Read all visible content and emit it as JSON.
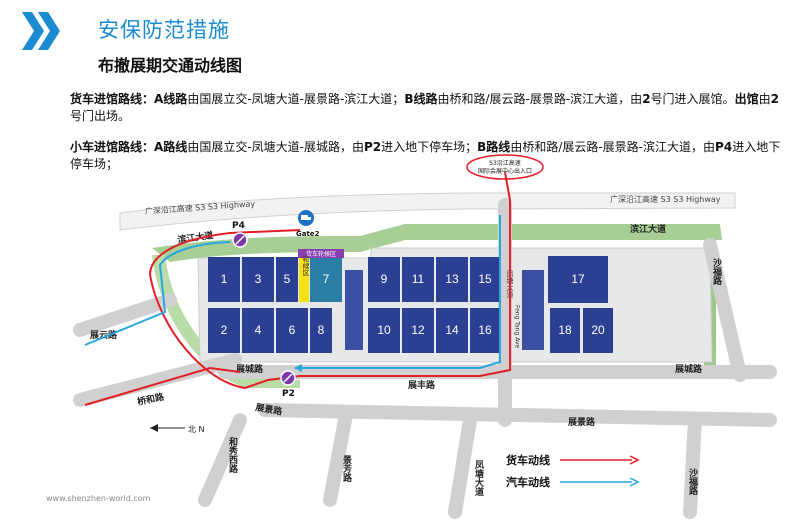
{
  "header": {
    "section_title": "安保防范措施",
    "page_title": "布撤展期交通动线图"
  },
  "truck_route": {
    "heading": "货车进馆路线：",
    "a_label": "A线路",
    "a_text": "由国展立交-凤塘大道-展景路-滨江大道；",
    "b_label": "B线路",
    "b_text": "由桥和路/展云路-展景路-滨江大道，由",
    "gate_in": "2",
    "enter_text": "号门进入展馆。",
    "exit_label": "出馆",
    "exit_mid": "由",
    "gate_out": "2",
    "exit_text": "号门出场。"
  },
  "car_route": {
    "heading": "小车进馆路线：",
    "a_label": "A路线",
    "a_text": "由国展立交-凤塘大道-展城路，由",
    "p2": "P2",
    "a_end": "进入地下停车场；",
    "b_label": "B路线",
    "b_text": "由桥和路/展云路-展景路-滨江大道，由",
    "p4": "P4",
    "b_end": "进入地下停车场；"
  },
  "map": {
    "highway_label": "广深沿江高速 S3 S3 Highway",
    "highway_label_right": "广深沿江高速 S3 S3 Highway",
    "exit_box": [
      "S3沿江高速",
      "国际会展中心出入口"
    ],
    "roads": {
      "binjiang_left": "滨江大道",
      "binjiang_right": "滨江大道",
      "shafu_right": "沙福路",
      "zhanyun": "展云路",
      "qiaohe": "桥和路",
      "zhancheng_left": "展城路",
      "zhancheng_right": "展城路",
      "zhanfeng": "展丰路",
      "zhanjing_left": "展景路",
      "zhanjing_right": "展景路",
      "hexiu": "和秀西路",
      "jingfang": "景芳路",
      "fengtang": "凤塘大道",
      "shafu_bottom": "沙福路",
      "fengtang_vertical": "凤塘大道",
      "feng_tang_en": "Feng Tang Ave"
    },
    "halls_top": [
      "1",
      "3",
      "5",
      "7",
      "9",
      "11",
      "13",
      "15",
      "17"
    ],
    "halls_bottom": [
      "2",
      "4",
      "6",
      "8",
      "10",
      "12",
      "14",
      "16",
      "18",
      "20"
    ],
    "markers": {
      "p4": "P4",
      "p2": "P2",
      "gate2": "Gate2"
    },
    "zones": {
      "truck_wait": "货车轮候区",
      "waiting_area": "轮候区"
    },
    "north": "北 N"
  },
  "legend": {
    "truck_label": "货车动线",
    "car_label": "汽车动线",
    "truck_color": "#e41f26",
    "car_color": "#29a8e0"
  },
  "footer": {
    "url": "www.shenzhen-world.com"
  }
}
